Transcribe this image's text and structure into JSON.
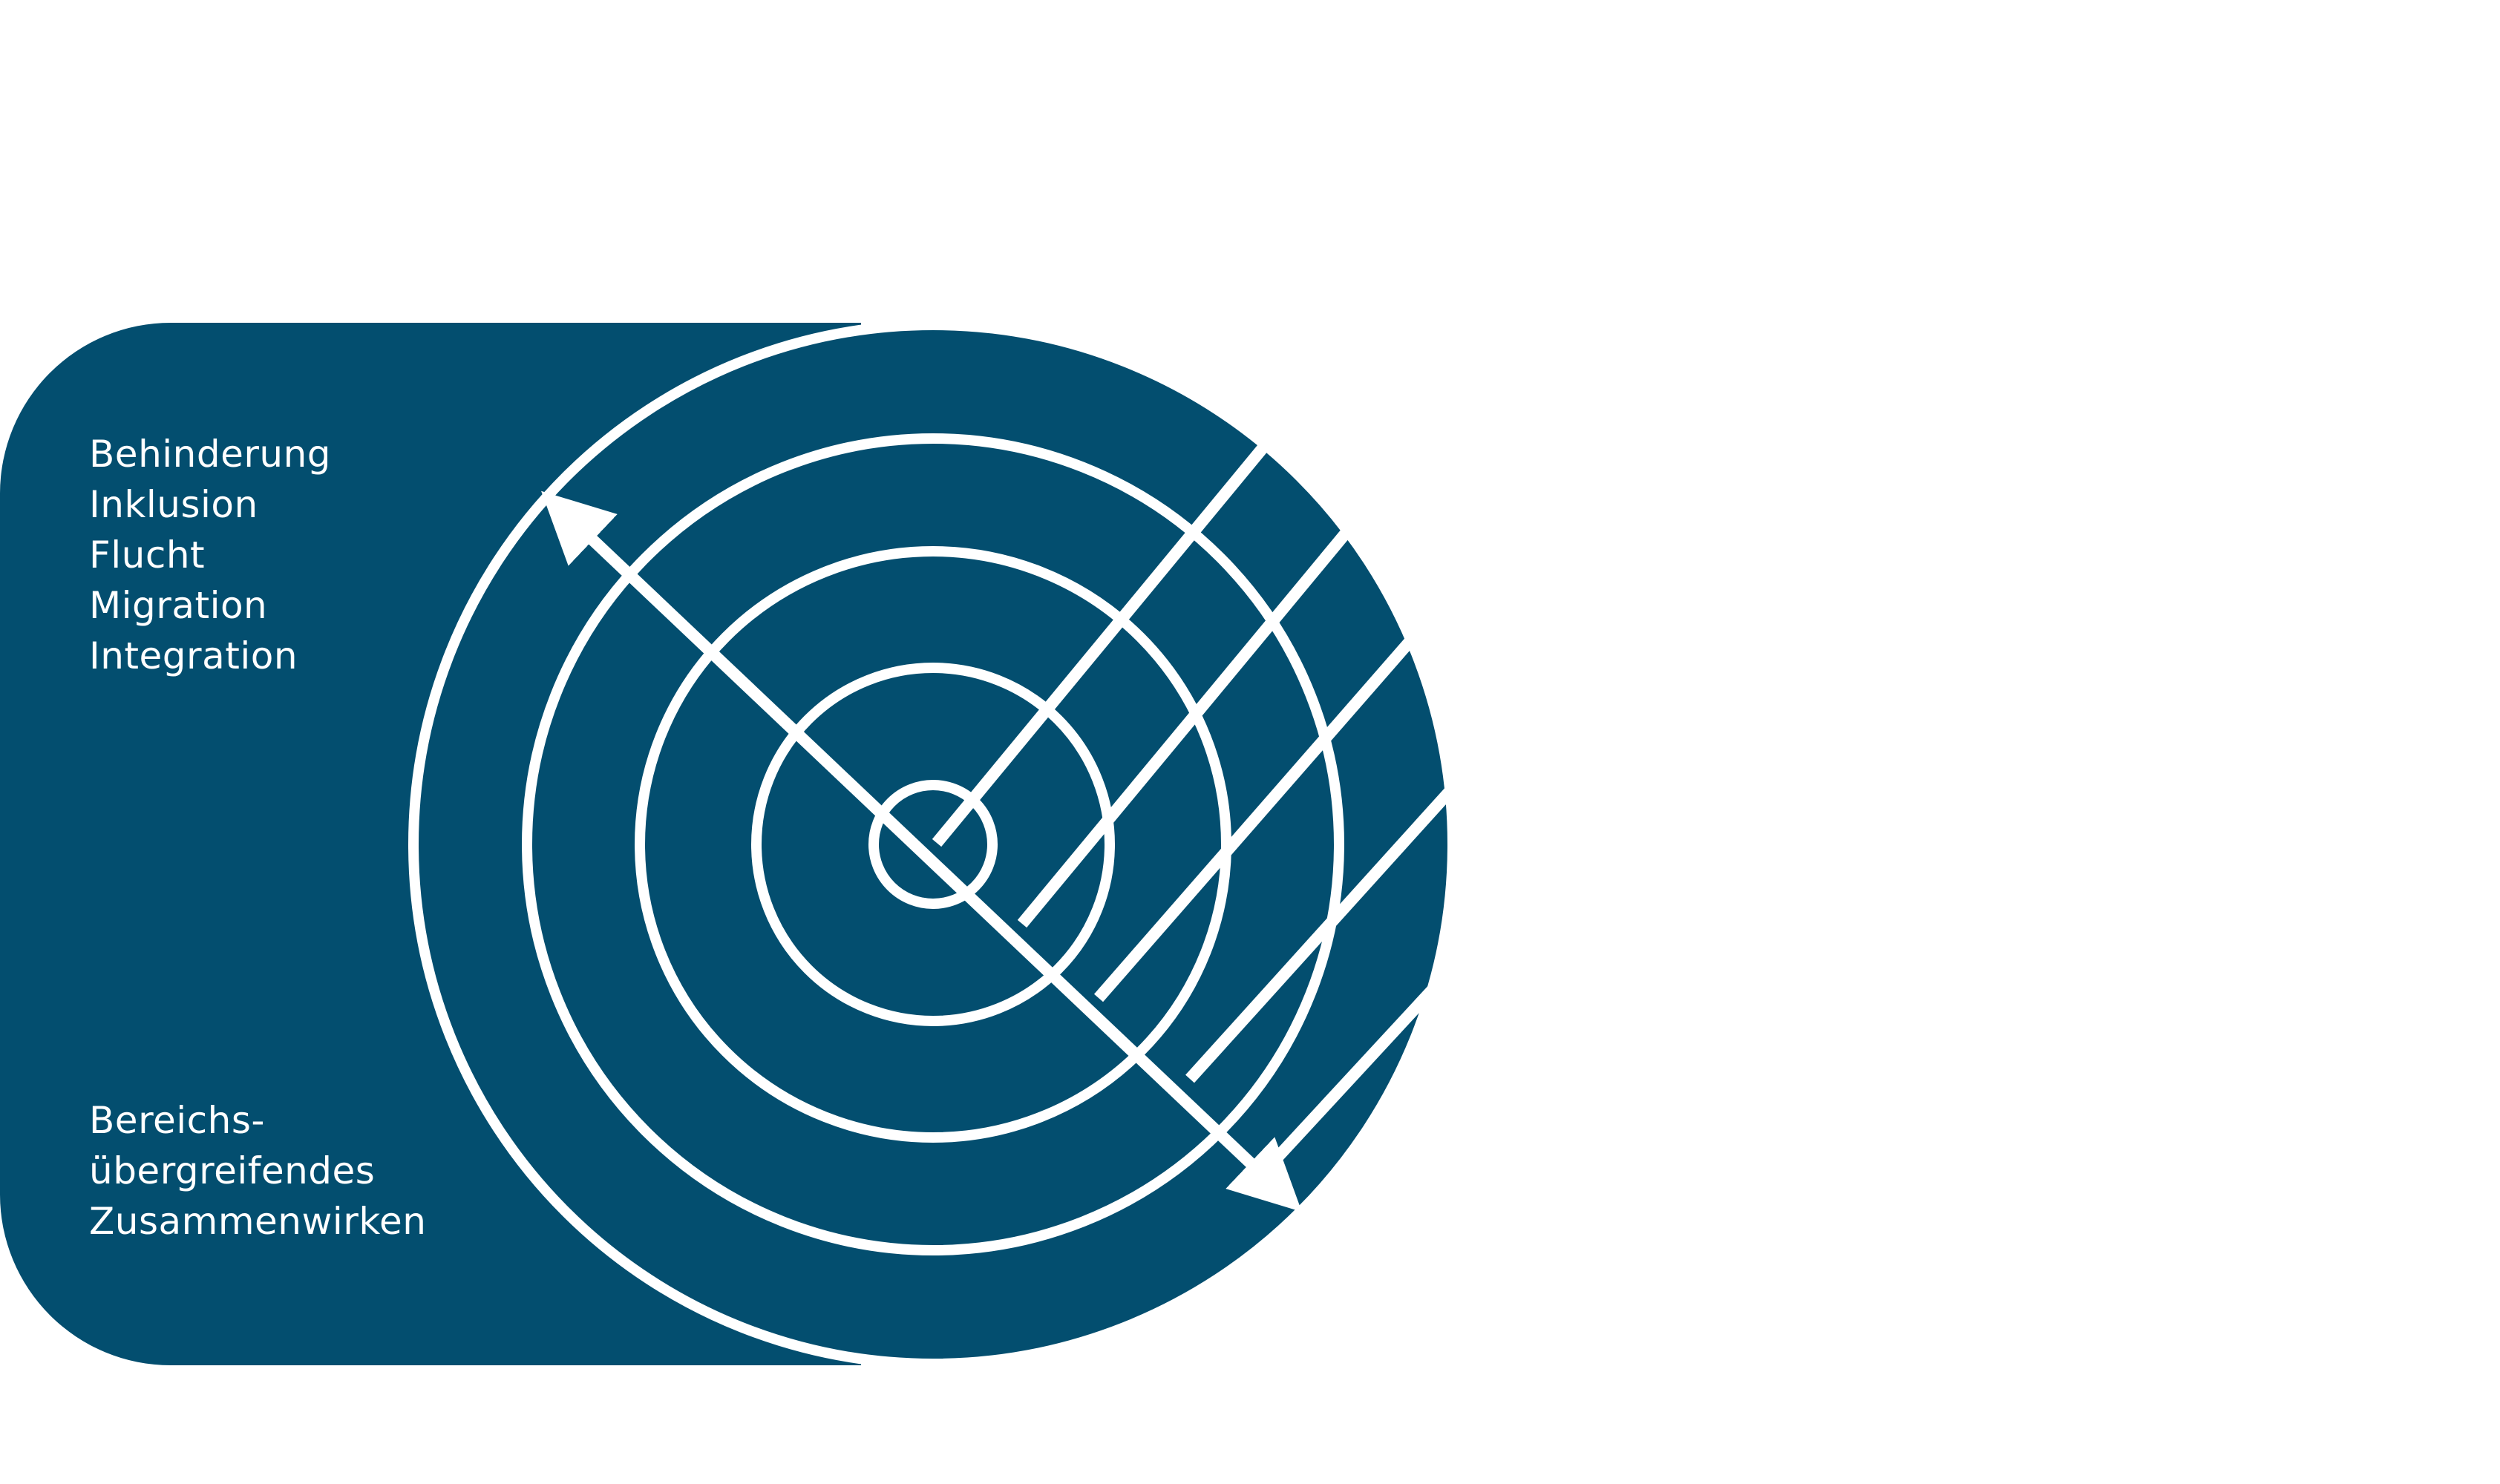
{
  "colors": {
    "shape_fill": "#034e6f",
    "line": "#ffffff",
    "background": "#ffffff"
  },
  "topics": [
    "Behinderung",
    "Inklusion",
    "Flucht",
    "Migration",
    "Integration"
  ],
  "cooperation": [
    "Bereichs-",
    "übergreifendes",
    "Zusammenwirken"
  ]
}
